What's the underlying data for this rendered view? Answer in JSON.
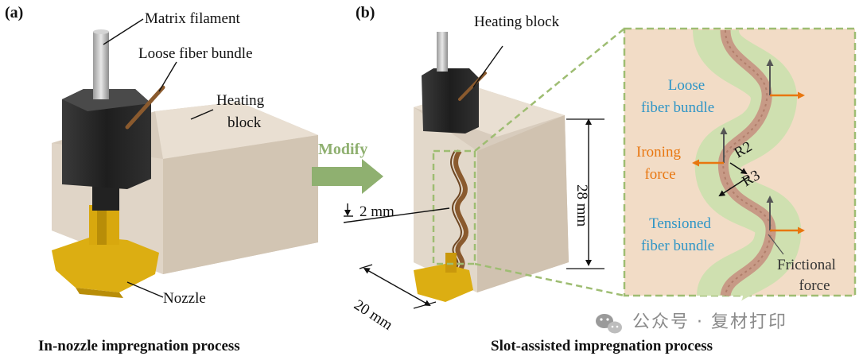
{
  "panels": {
    "a_label": "(a)",
    "b_label": "(b)"
  },
  "panel_a": {
    "matrix_filament": "Matrix filament",
    "loose_fiber_bundle": "Loose fiber bundle",
    "heating_block_line1": "Heating",
    "heating_block_line2": "block",
    "nozzle": "Nozzle",
    "caption": "In-nozzle impregnation process"
  },
  "arrow": {
    "label": "Modify"
  },
  "panel_b": {
    "heating_block": "Heating block",
    "slot_depth": "2 mm",
    "height_dim": "28 mm",
    "width_dim": "20 mm",
    "caption": "Slot-assisted impregnation process"
  },
  "zoom": {
    "loose_line1": "Loose",
    "loose_line2": "fiber bundle",
    "ironing_line1": "Ironing",
    "ironing_line2": "force",
    "r2": "R2",
    "r3": "R3",
    "tensioned_line1": "Tensioned",
    "tensioned_line2": "fiber bundle",
    "frictional_line1": "Frictional",
    "frictional_line2": "force"
  },
  "watermark": {
    "text": "公众号 · 复材打印"
  },
  "colors": {
    "block": "#ddd1c2",
    "block_side": "#c9bba8",
    "block_top": "#e9dfd2",
    "nozzle": "#dcae12",
    "nozzle_dark": "#b88d08",
    "head": "#2a2a2a",
    "fiber": "#8a5a2e",
    "zoom_bg": "#f2dcc6",
    "zoom_border": "#9ebd72",
    "slot_green": "#cfe0b0",
    "slot_fiber": "#c79a86",
    "label_blue": "#2e95c6",
    "label_orange": "#e8760f",
    "modify_green": "#8fb070"
  }
}
